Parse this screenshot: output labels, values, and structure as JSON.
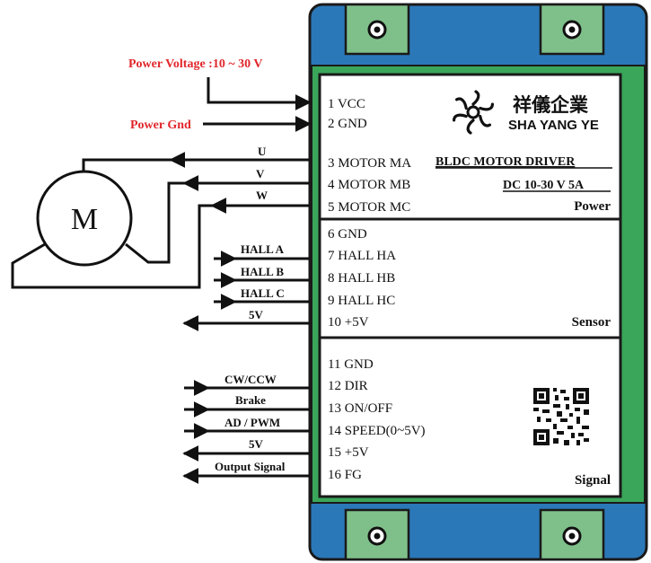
{
  "colors": {
    "case_blue": "#2b78b8",
    "mount_green": "#7fc08a",
    "panel_green": "#3aa65a",
    "label_red": "#e0262b"
  },
  "inputs": {
    "power_voltage": "Power Voltage :10 ~ 30 V",
    "power_gnd": "Power Gnd"
  },
  "motor": {
    "label": "M",
    "phase_u": "U",
    "phase_v": "V",
    "phase_w": "W"
  },
  "sensor_wires": [
    "HALL A",
    "HALL B",
    "HALL C",
    "5V"
  ],
  "signal_wires": [
    "CW/CCW",
    "Brake",
    "AD / PWM",
    "5V",
    "Output Signal"
  ],
  "pins": [
    "1 VCC",
    "2 GND",
    "3 MOTOR MA",
    "4 MOTOR MB",
    "5 MOTOR MC",
    "6 GND",
    "7 HALL HA",
    "8 HALL HB",
    "9 HALL HC",
    "10 +5V",
    "11 GND",
    "12 DIR",
    "13 ON/OFF",
    "14 SPEED(0~5V)",
    "15 +5V",
    "16 FG"
  ],
  "brand": {
    "cn": "祥儀企業",
    "en": "SHA YANG YE"
  },
  "product": {
    "name": "BLDC  MOTOR DRIVER",
    "rating": "DC  10-30 V  5A"
  },
  "sections": {
    "power": "Power",
    "sensor": "Sensor",
    "signal": "Signal"
  },
  "icons": [
    "mounting-hole-icon",
    "flower-logo-icon",
    "qr-code-icon",
    "arrow-icon"
  ]
}
